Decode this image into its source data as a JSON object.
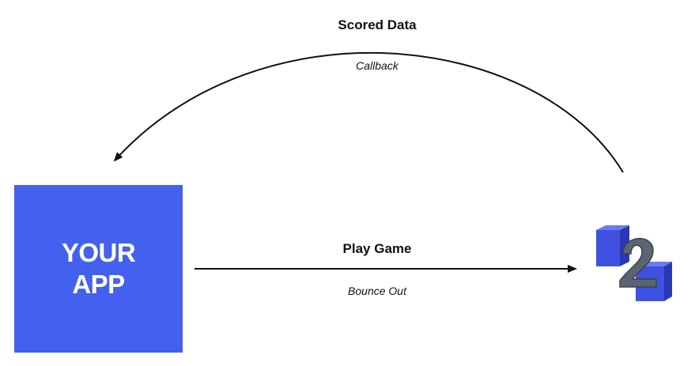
{
  "colors": {
    "app_box": "#4361ee",
    "arrow": "#111111",
    "logo_cube": "#3f51e0",
    "logo_digit": "#5b6472"
  },
  "callback_edge": {
    "title": "Scored Data",
    "subtitle": "Callback"
  },
  "play_edge": {
    "title": "Play Game",
    "subtitle": "Bounce Out"
  },
  "app_node": {
    "line1": "YOUR",
    "line2": "APP"
  },
  "service_node": {
    "icon": "number-two-cubes-logo-icon"
  }
}
